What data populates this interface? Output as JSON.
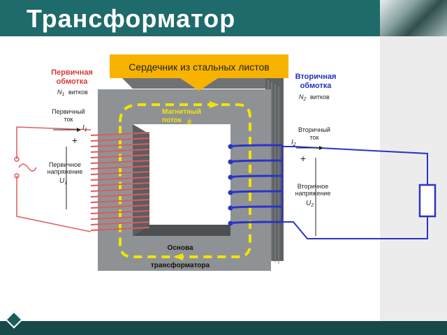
{
  "header": {
    "title": "Трансформатор"
  },
  "diagram": {
    "core_callout": "Сердечник из стальных листов",
    "primary_winding": {
      "line1": "Первичная",
      "line2": "обмотка",
      "turns_symbol": "N",
      "turns_sub": "1",
      "turns_word": "витков"
    },
    "secondary_winding": {
      "line1": "Вторичная",
      "line2": "обмотка",
      "turns_symbol": "N",
      "turns_sub": "2",
      "turns_word": "витков"
    },
    "magnetic_flux": {
      "line1": "Магнитный",
      "line2": "поток",
      "symbol": "ϕ"
    },
    "primary_current": {
      "line1": "Первичный",
      "line2": "ток",
      "symbol": "I",
      "sub": "1"
    },
    "primary_voltage": {
      "line1": "Первичное",
      "line2": "напряжение",
      "symbol": "U",
      "sub": "1",
      "plus": "+",
      "minus": "–"
    },
    "secondary_current": {
      "line1": "Вторичный",
      "line2": "ток",
      "symbol": "I",
      "sub": "2"
    },
    "secondary_voltage": {
      "line1": "Вторичное",
      "line2": "напряжение",
      "symbol": "U",
      "sub": "2",
      "plus": "+",
      "minus": "–"
    },
    "base": {
      "line1": "Основа",
      "line2": "трансформатора"
    },
    "colors": {
      "primary": "#e05a5a",
      "secondary": "#2a33c9",
      "core": "#8f9295",
      "flux": "#f2e400",
      "label_red": "#d93a3a",
      "label_blue": "#2233bb"
    }
  }
}
